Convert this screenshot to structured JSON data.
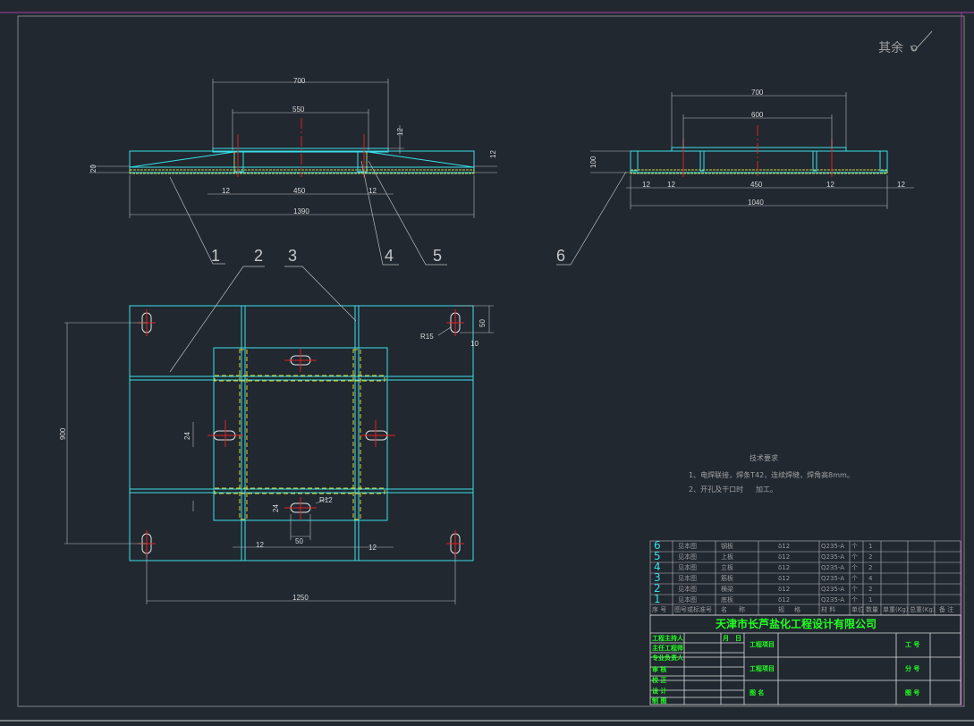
{
  "drawing": {
    "roughness_mark": "其余",
    "front_view": {
      "dims": {
        "top_width": "700",
        "inner_width": "550",
        "thickness_top": "12",
        "height": "20",
        "right_thk": "12",
        "left_gap": "12",
        "center": "450",
        "right_gap": "12",
        "total": "1390"
      }
    },
    "side_view": {
      "dims": {
        "top_width": "700",
        "inner_width": "600",
        "height": "100",
        "g1": "12",
        "g2": "12",
        "center": "450",
        "g3": "12",
        "g4": "12",
        "total": "1040"
      }
    },
    "plan_view": {
      "dims": {
        "hole_off": "50",
        "radius_corner": "R15",
        "side10": "10",
        "height": "900",
        "slot_w": "24",
        "slot_w2": "24",
        "radius_slot": "R12",
        "gap_left": "12",
        "slot_len": "50",
        "gap_right": "12",
        "total": "1250"
      }
    },
    "part_labels": [
      "1",
      "2",
      "3",
      "4",
      "5",
      "6"
    ]
  },
  "tech_requirements": {
    "title": "技术要求",
    "items": [
      "1、电焊联接，焊条T42，连续焊缝，焊角高8mm。",
      "2、开孔及干口时",
      "加工。"
    ]
  },
  "bom": {
    "rows": [
      {
        "no": "6",
        "ref": "见本图",
        "name": "钢板",
        "spec": "δ12",
        "material": "Q235-A",
        "unit": "个",
        "qty": "1"
      },
      {
        "no": "5",
        "ref": "见本图",
        "name": "上板",
        "spec": "δ12",
        "material": "Q235-A",
        "unit": "个",
        "qty": "2"
      },
      {
        "no": "4",
        "ref": "见本图",
        "name": "立板",
        "spec": "δ12",
        "material": "Q235-A",
        "unit": "个",
        "qty": "2"
      },
      {
        "no": "3",
        "ref": "见本图",
        "name": "筋板",
        "spec": "δ12",
        "material": "Q235-A",
        "unit": "个",
        "qty": "4"
      },
      {
        "no": "2",
        "ref": "见本图",
        "name": "横梁",
        "spec": "δ12",
        "material": "Q235-A",
        "unit": "个",
        "qty": "2"
      },
      {
        "no": "1",
        "ref": "见本图",
        "name": "底板",
        "spec": "δ12",
        "material": "Q235-A",
        "unit": "个",
        "qty": "1"
      }
    ],
    "header": [
      "序 号",
      "图号或标准号",
      "名",
      "称",
      "规",
      "格",
      "材 料",
      "单位",
      "数量",
      "单重(Kg)",
      "总重(Kg)",
      "备 注"
    ]
  },
  "title_block": {
    "company": "天津市长芦盐化工程设计有限公司",
    "roles": [
      "工程主持人",
      "主任工程师",
      "专业负责人",
      "审 核",
      "校 正",
      "设 计",
      "制 图"
    ],
    "ym": [
      "月",
      "日"
    ],
    "project_label": "工程项目",
    "sub_label": "工程项目",
    "drawing_name_label": "图 名",
    "work_no_label": "工 号",
    "sub_no_label": "分 号",
    "drawing_no_label": "图 号"
  }
}
